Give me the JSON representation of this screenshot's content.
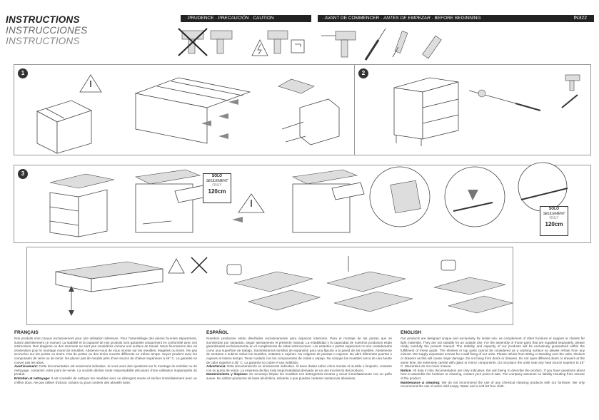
{
  "header": {
    "title_en": "INSTRUCTIONS",
    "title_es": "INSTRUCCIONES",
    "title_fr": "INSTRUCTIONS",
    "caution_bar": {
      "pre": "· PRUDENCE ·",
      "italic": "PRECAUCIÓN",
      "post": "· CAUTION"
    },
    "before_bar": {
      "pre": "· AVANT DE COMMENCER ·",
      "italic": "ANTES DE EMPEZAR",
      "post": "· BEFORE BEGINNING"
    },
    "product_code": "IN322"
  },
  "steps": {
    "step1": "1",
    "step2": "2",
    "step3": "3"
  },
  "solo_box_1": {
    "line1": "SOLO",
    "line2": "SEULEMENT",
    "line3": "ONLY",
    "size": "120cm"
  },
  "solo_box_2": {
    "line1": "SOLO",
    "line2": "SEULEMENT",
    "line3": "ONLY",
    "size": "120cm"
  },
  "text": {
    "fr": {
      "heading": "FRANÇAIS",
      "p1": "Nos produits sont conçus exclusivement pour une utilisation intérieure. Pour l'assemblage des pièces fournies séparément, suivez attentivement ce manuel. La stabilité et la capacité de nos produits sont garanties uniquement en conformité avec ces instructions. Des étagères ou des sommets ne sont pas considérés comme une surface de travail. Nous fournissons des vis d'extension pour le montage mural de meubles. Abstenez-vous de vous monter sur les meubles, étagères ou tiroirs. Ne pas accrocher sur les portes ou tiroirs. Pas de portes ou des tiroirs ouverts différents en même temps. Soyez prudent avec les composants de verre ou de miroir. Ne placez pas de meuble près d'une source de chaleur supérieure à 45° C. La garantie ne couvre pas les abus.",
      "warn_label": "Avertissement:",
      "warn": "Cette documentation est seulement indicative. Si vous avez des questions sur le montage du mobilier ou de nettoyage, contactez votre point de vente. La société décline toute responsabilité découlant d'une utilisation inappropriée du produit.",
      "clean_label": "Entretien et nettoyage:",
      "clean": "Il est conseillé de nettoyer les meubles avec un détergent neutre et sécher immédiatement avec un chiffon doux. Ne pas utiliser d'alcool, solvant ou pour contenir des abrasifs base."
    },
    "es": {
      "heading": "ESPAÑOL",
      "p1": "Nuestros productos están diseñados exclusivamente para espacios interiores. Para el montaje de las piezas que se suministran por separado, seguir atentamente el presente manual. La estabilidad y la capacidad de nuestros productos están garantizadas exclusivamente en el cumplimiento de estas instrucciones. Los estantes o partes superiores no son considerados como una superficie de trabajo. Suministramos tornillos de expansión para una fijación a la pared de los muebles. Abstenerse de sentarse o subirse sobre los muebles, estantes o cajones. No colgarse de puertas o cajones. No abrir diferentes puertas o cajones al mismo tiempo. Tener cuidado con los componentes de cristal o espejo. No coloque los muebles cerca de una fuente de calor superior a 45° C. La garantía no cubre el uso indebido.",
      "warn_label": "Advertencia:",
      "warn": "Esta documentación es únicamente indicativa. Si tiene dudas sobre cómo montar el mueble o limpiarlo, contacte con su punto de venta. La empresa declina toda responsabilidad derivada de un uso incorrecto del producto.",
      "clean_label": "Mantenimiento y limpieza:",
      "clean": "Se aconseja limpiar los muebles con detergentes neutros y secar inmediatamente con un paño suave. No utilizar productos de base alcohólica, solvente o que puedan contener sustancias abrasivas."
    },
    "en": {
      "heading": "ENGLISH",
      "p1": "Our products are designed unique and exclusively for inside use, as complement of other furniture or support or closets for light materials. They are not suitable for an outside use. For the assembly of those parts that are supplied separately, please ready carefully the present manual. The stability and capacity of our products will be exclusively guaranteed within the fulfillment of these guide. The shelves or top parts cannot be considered as a working surface so please refrain from any misuse. We supply expansion screws for a wall fixing of our units. Please refrain from sitting or standing over the units, shelves or drawers as this will cause major damage. Do not hang from doors or drawers. Do not open different doors or drawers at the same time. Be extremely careful with glass or mirror components. Do not place the units near any heat source superior to 45° C. Warranties do not cover misuse.",
      "warn_label": "Notice:",
      "warn": "All data in this documentation are only indicative, the aim being to describe the product. If you have questions about how to assemble the furniture or cleaning, contact your point of sale. The company assumes no liability resulting from misuse of the product.",
      "clean_label": "Maintenance & cleaning:",
      "clean": "We do not recommend the use of any chemical cleaning products with our furniture. We only recommend the use of warm mild soapy. Water and a soft lint free cloth."
    }
  }
}
